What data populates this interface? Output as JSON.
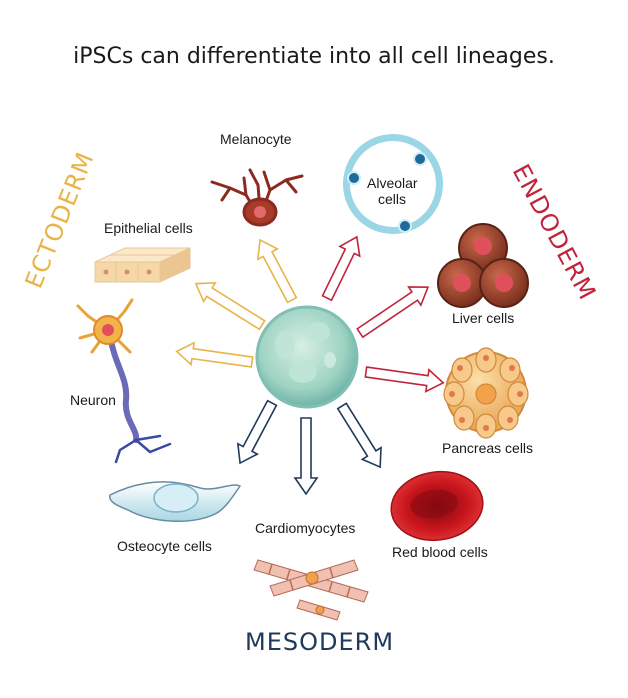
{
  "title": "iPSCs can differentiate into all cell lineages.",
  "layers": {
    "ectoderm": "ECTODERM",
    "endoderm": "ENDODERM",
    "mesoderm": "MESODERM"
  },
  "cells": {
    "melanocyte": "Melanocyte",
    "alveolar_line1": "Alveolar",
    "alveolar_line2": "cells",
    "epithelial": "Epithelial cells",
    "liver": "Liver cells",
    "neuron": "Neuron",
    "pancreas": "Pancreas cells",
    "osteocyte": "Osteocyte cells",
    "cardiomyocytes": "Cardiomyocytes",
    "rbc": "Red blood cells"
  },
  "colors": {
    "ectoderm": "#e8b446",
    "endoderm": "#c0243a",
    "mesoderm": "#203a5c",
    "stem_cell": "#a8d8c8"
  }
}
